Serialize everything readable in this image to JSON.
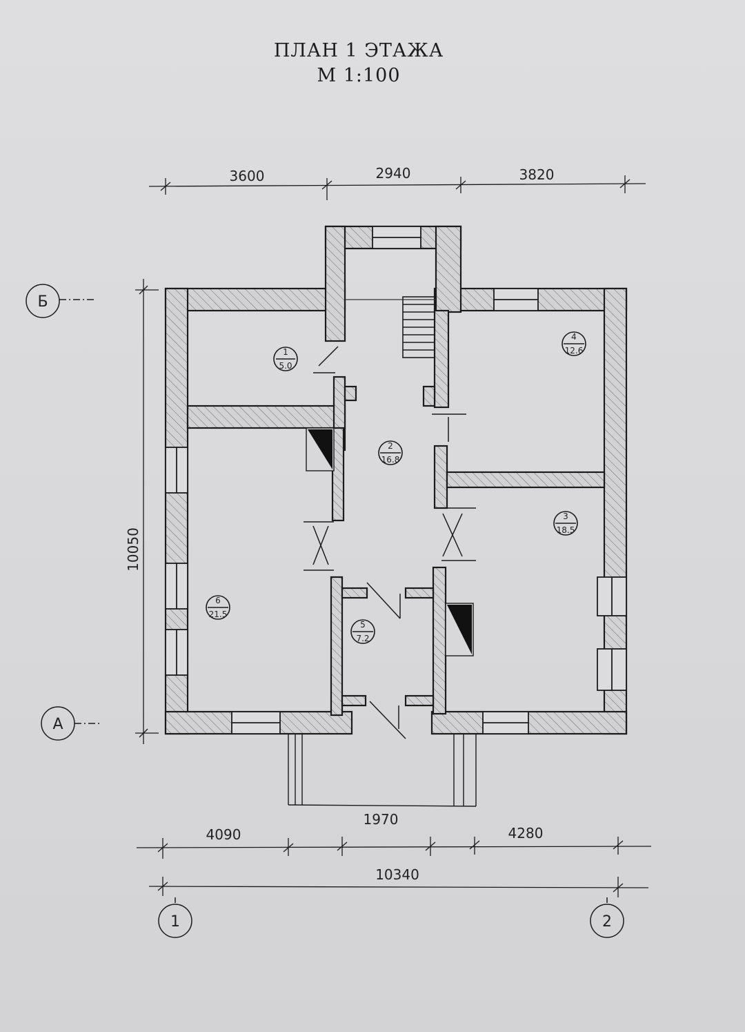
{
  "title": "ПЛАН 1 ЭТАЖА",
  "scale": "М 1:100",
  "dimensions": {
    "top": [
      "3600",
      "2940",
      "3820"
    ],
    "left": "10050",
    "bottom": [
      "4090",
      "1970",
      "4280"
    ],
    "total": "10340"
  },
  "axes": {
    "rows": [
      "Б",
      "А"
    ],
    "cols": [
      "1",
      "2"
    ]
  },
  "rooms": [
    {
      "number": "1",
      "area": "5.0"
    },
    {
      "number": "2",
      "area": "16.8"
    },
    {
      "number": "3",
      "area": "18.5"
    },
    {
      "number": "4",
      "area": "12.6"
    },
    {
      "number": "5",
      "area": "7.2"
    },
    {
      "number": "6",
      "area": "21.5"
    }
  ],
  "colors": {
    "line": "#1b1b1b",
    "wall_fill": "#d2d2d4",
    "hatch": "#555"
  }
}
